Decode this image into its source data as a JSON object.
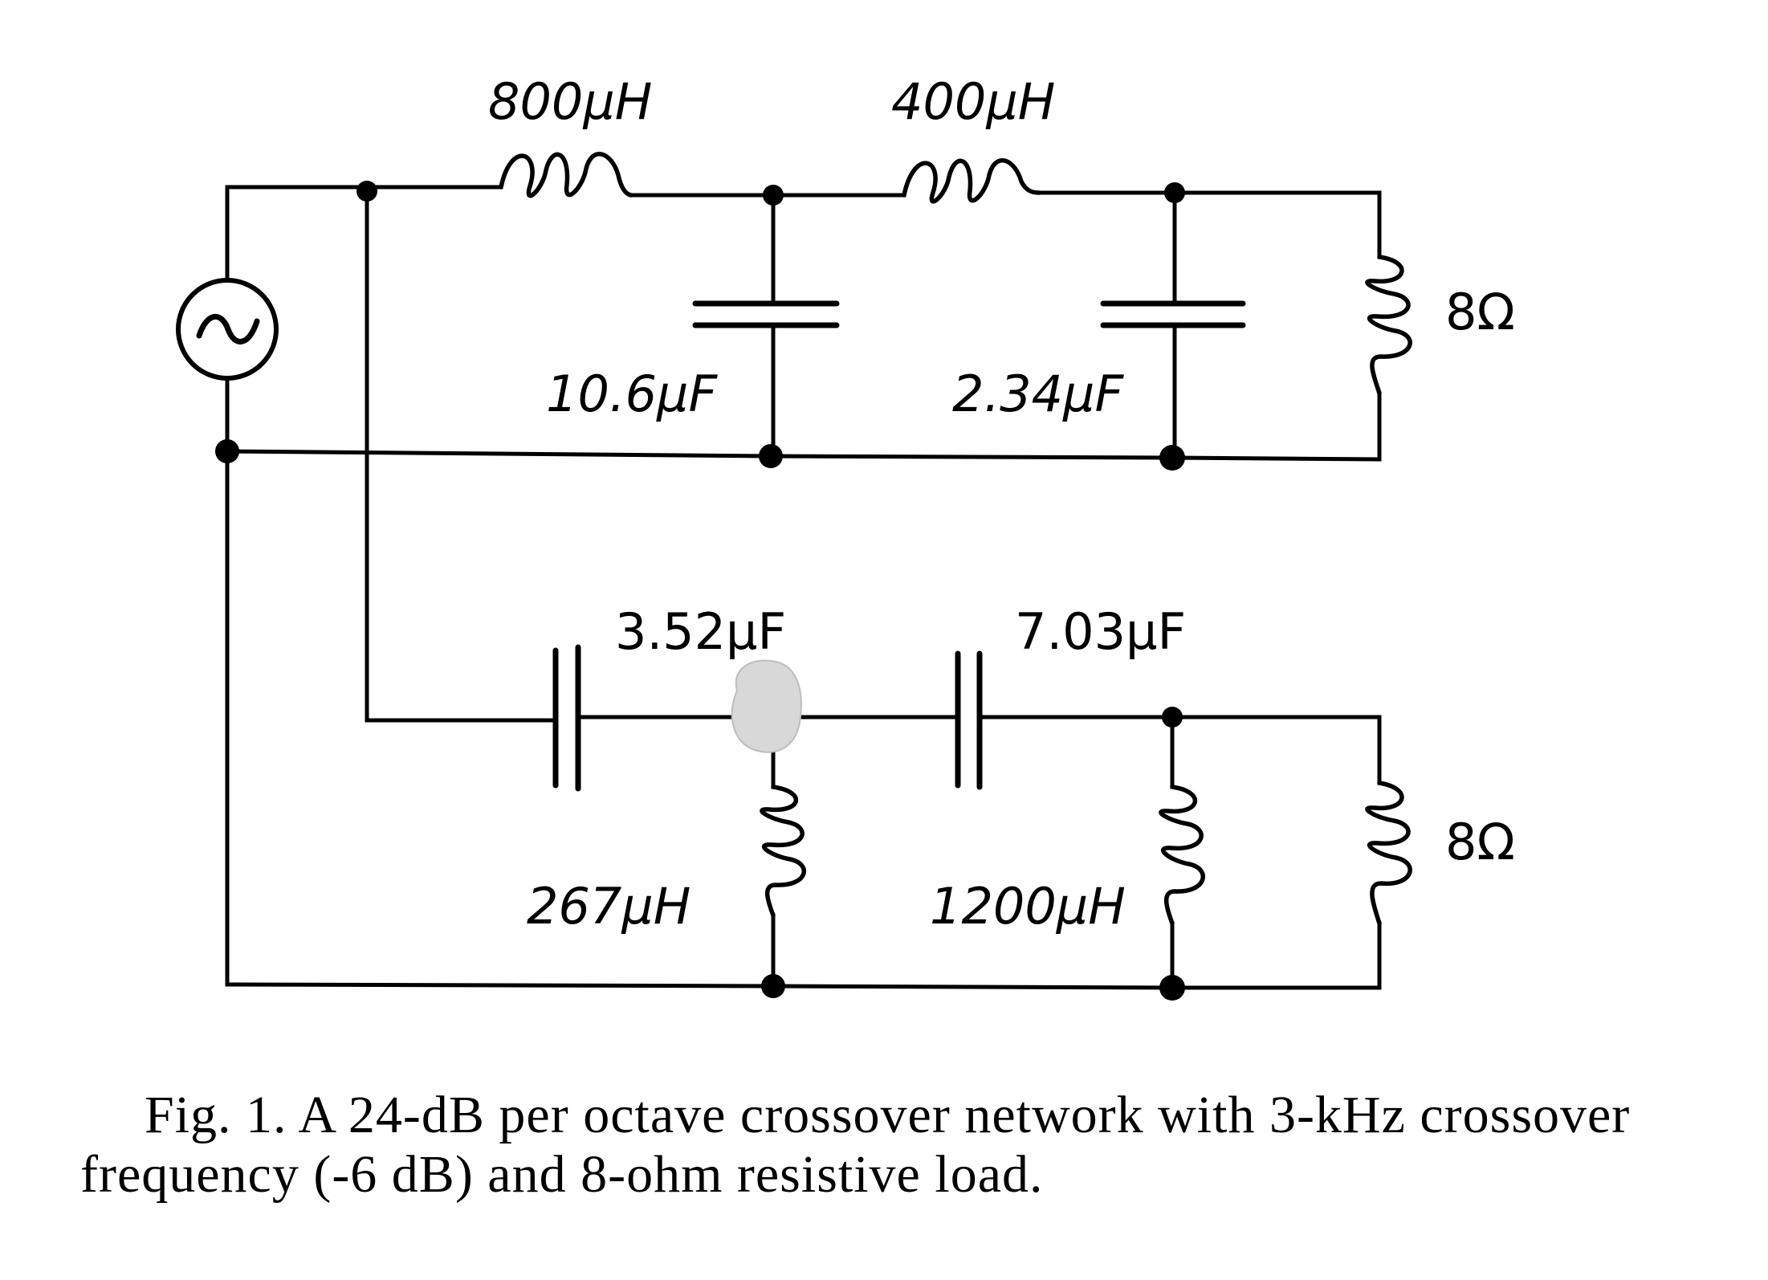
{
  "components": {
    "inductor_800": "800μH",
    "inductor_400": "400μH",
    "capacitor_10_6": "10.6μF",
    "capacitor_2_34": "2.34μF",
    "load_high": "8Ω",
    "capacitor_3_52": "3.52μF",
    "capacitor_7_03": "7.03μF",
    "inductor_267": "267μH",
    "inductor_1200": "1200μH",
    "load_low": "8Ω"
  },
  "source_symbol": "~",
  "caption": "Fig. 1. A 24-dB per octave crossover network with 3-kHz crossover frequency (-6 dB) and 8-ohm resistive load.",
  "colors": {
    "ink": "#000000",
    "paper": "#ffffff",
    "smudge": "#d8d8d8"
  }
}
